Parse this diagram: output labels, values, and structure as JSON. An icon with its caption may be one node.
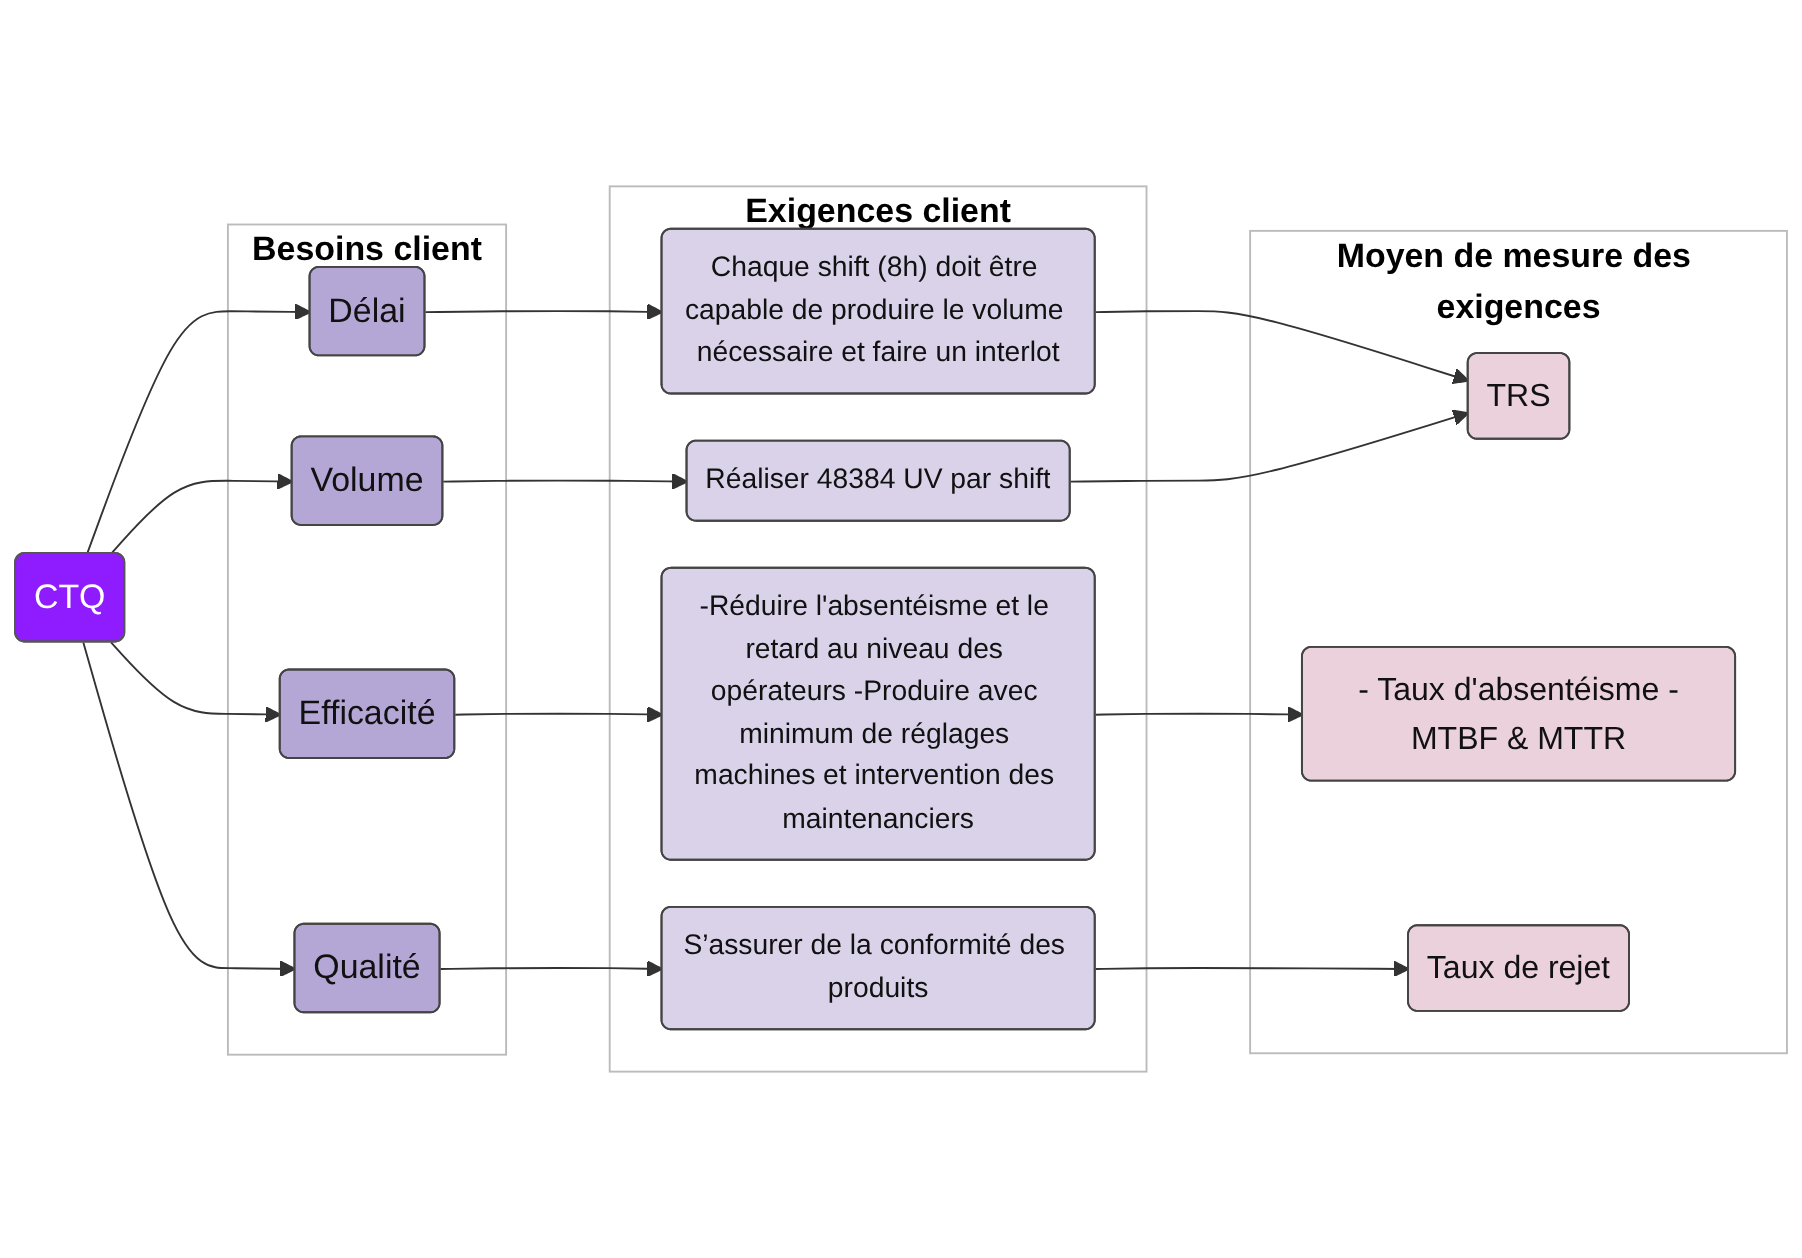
{
  "diagram": {
    "nodes": [
      {
        "text": [
          "CTQ"
        ]
      },
      {
        "text": [
          "Besoins client"
        ]
      },
      {
        "text": [
          "Délai"
        ],
        "in": 1
      },
      {
        "text": [
          "Volume"
        ],
        "in": 1
      },
      {
        "text": [
          "Efficacité"
        ],
        "in": 1
      },
      {
        "text": [
          "Qualité"
        ],
        "in": 1
      },
      {
        "text": [
          "Exigences client"
        ]
      },
      {
        "text": [
          "Chaque shift (8h) doit être capable de produire le volume nécessaire et faire un interlot"
        ],
        "in": 6
      },
      {
        "text": [
          "Réaliser 48384 UV par shift"
        ],
        "in": 6
      },
      {
        "text": [
          "-Réduire l'absentéisme et le retard au niveau des opérateurs -Produire avec minimum de réglages machines et intervention des maintenanciers"
        ],
        "in": 6
      },
      {
        "text": [
          "S’assurer de la conformité des produits"
        ],
        "in": 6
      },
      {
        "text": [
          "Moyen de mesure des exigences"
        ]
      },
      {
        "text": [
          "TRS"
        ],
        "in": 11
      },
      {
        "text": [
          "- Taux d'absentéisme -MTBF & MTTR"
        ],
        "in": 11
      },
      {
        "text": [
          "Taux de rejet"
        ],
        "in": 11
      }
    ],
    "edges": [
      {
        "from": 0,
        "to": 2,
        "arrow": "to"
      },
      {
        "from": 0,
        "to": 3,
        "arrow": "to"
      },
      {
        "from": 0,
        "to": 4,
        "arrow": "to"
      },
      {
        "from": 0,
        "to": 5,
        "arrow": "to"
      },
      {
        "from": 2,
        "to": 7,
        "arrow": "to"
      },
      {
        "from": 3,
        "to": 8,
        "arrow": "to"
      },
      {
        "from": 4,
        "to": 9,
        "arrow": "to"
      },
      {
        "from": 5,
        "to": 10,
        "arrow": "to"
      },
      {
        "from": 7,
        "to": 12,
        "arrow": "to"
      },
      {
        "from": 8,
        "to": 12,
        "arrow": "to"
      },
      {
        "from": 9,
        "to": 13,
        "arrow": "to"
      },
      {
        "from": 10,
        "to": 14,
        "arrow": "to"
      }
    ]
  }
}
